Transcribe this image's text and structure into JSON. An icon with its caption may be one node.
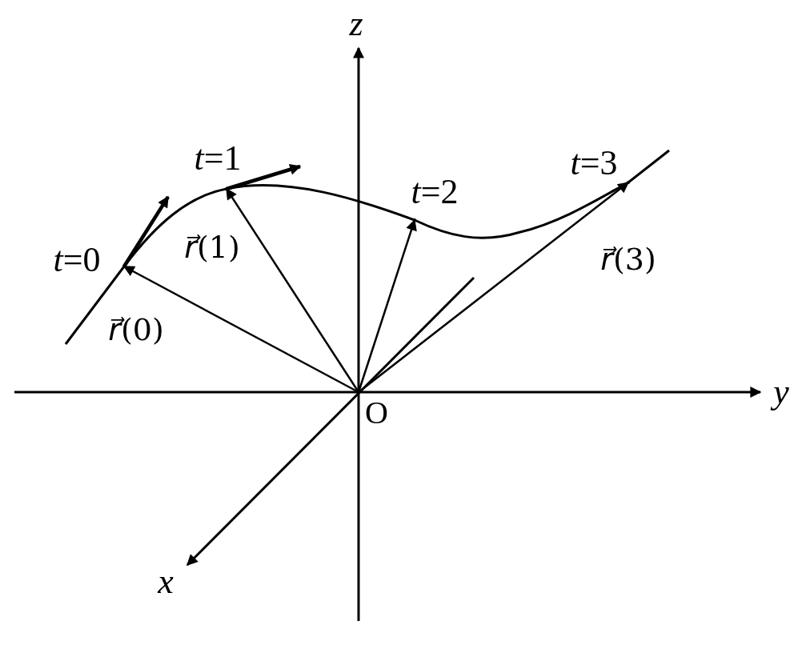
{
  "diagram": {
    "nodes": [
      {
        "text": [
          "O"
        ]
      },
      {
        "text": [],
        "shape": "point",
        "beside": [
          "*t*=0"
        ]
      },
      {
        "text": [],
        "shape": "point",
        "beside": [
          "*t*=1"
        ]
      },
      {
        "text": [],
        "shape": "point",
        "beside": [
          "*t*=2"
        ]
      },
      {
        "text": [],
        "shape": "point",
        "beside": [
          "*t*=3"
        ]
      }
    ],
    "edges": [
      {
        "from": 0,
        "to": 1,
        "arrow": "to",
        "label": "*r⃗*(0)"
      },
      {
        "from": 0,
        "to": 2,
        "arrow": "to",
        "label": "*r⃗*(1)"
      },
      {
        "from": 0,
        "to": 3,
        "arrow": "to"
      },
      {
        "from": 0,
        "to": 4,
        "arrow": "to",
        "label": "*r⃗*(3)"
      },
      {
        "from": 1,
        "to": null,
        "arrow": "to",
        "style": "thick"
      },
      {
        "from": 2,
        "to": null,
        "arrow": "to",
        "style": "thick"
      }
    ],
    "labels": [
      "z",
      "y",
      "x"
    ]
  }
}
